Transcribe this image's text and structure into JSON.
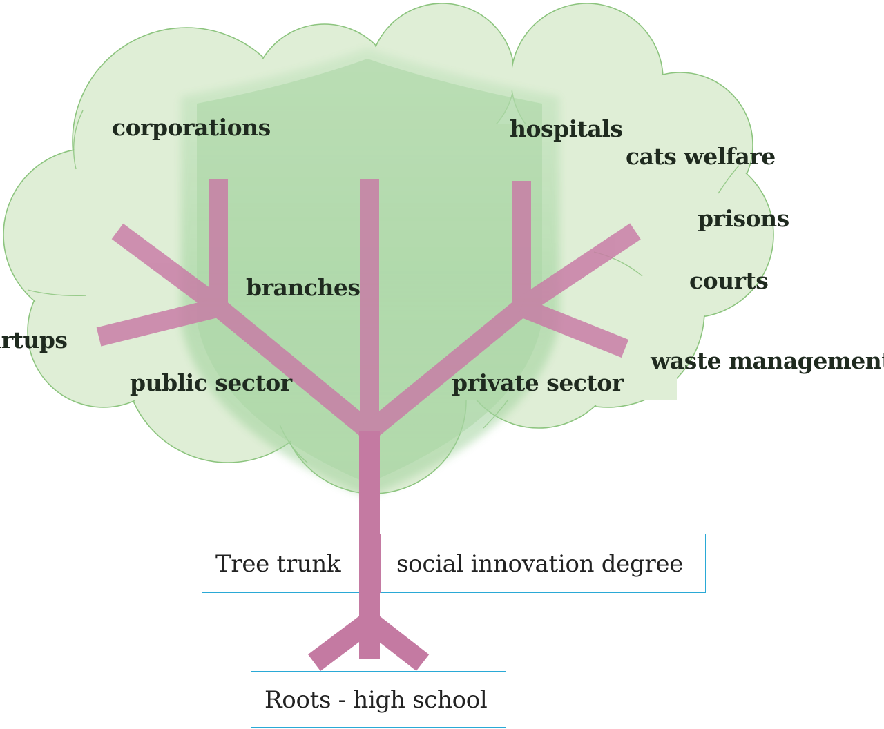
{
  "colors": {
    "canopy_fill": "#dfeed6",
    "canopy_stroke": "#8cc47e",
    "shield_fill": "#a8d8a4",
    "branch": "#c97aa6",
    "trunk": "#c47aa2",
    "box_border": "#2aa9d6"
  },
  "icons": {
    "canopy": "cloud-shape",
    "shield": "shield-icon"
  },
  "labels": {
    "corporations": "corporations",
    "hospitals": "hospitals",
    "cats_welfare": "cats welfare",
    "prisons": "prisons",
    "branches": "branches",
    "courts": "courts",
    "startups": "startups",
    "waste_management": "waste management",
    "public_sector": "public sector",
    "private_sector": "private sector"
  },
  "boxes": {
    "trunk_label": "Tree trunk",
    "trunk_value": "social innovation degree",
    "roots": "Roots - high school"
  }
}
